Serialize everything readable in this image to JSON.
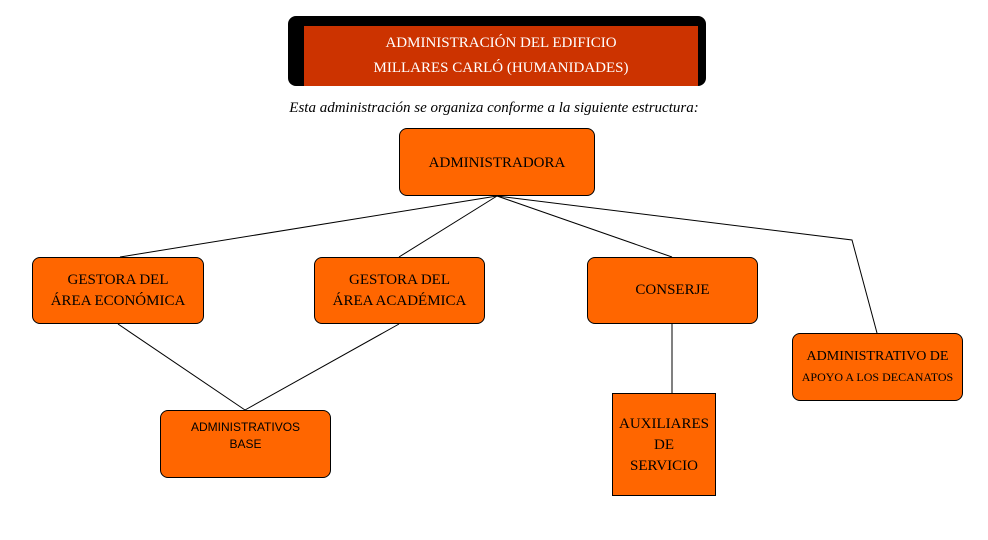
{
  "title": {
    "line1": "ADMINISTRACIÓN DEL EDIFICIO",
    "line2": "MILLARES CARLÓ  (HUMANIDADES)"
  },
  "subtitle": "Esta administración se organiza conforme a la siguiente estructura:",
  "nodes": {
    "administradora": {
      "label": "ADMINISTRADORA"
    },
    "gestora_economica": {
      "line1": "GESTORA  DEL",
      "line2": "ÁREA ECONÓMICA"
    },
    "gestora_academica": {
      "line1": "GESTORA DEL",
      "line2": "ÁREA ACADÉMICA"
    },
    "conserje": {
      "label": "CONSERJE"
    },
    "administrativo_apoyo": {
      "line1": "ADMINISTRATIVO DE",
      "line2": "APOYO A LOS DECANATOS"
    },
    "administrativos_base": {
      "line1": "ADMINISTRATIVOS",
      "line2": "BASE"
    },
    "auxiliares": {
      "line1": "AUXILIARES",
      "line2": "DE",
      "line3": "SERVICIO"
    }
  },
  "colors": {
    "node_fill": "#ff6600",
    "title_fill": "#cc3300",
    "title_frame": "#000000"
  }
}
